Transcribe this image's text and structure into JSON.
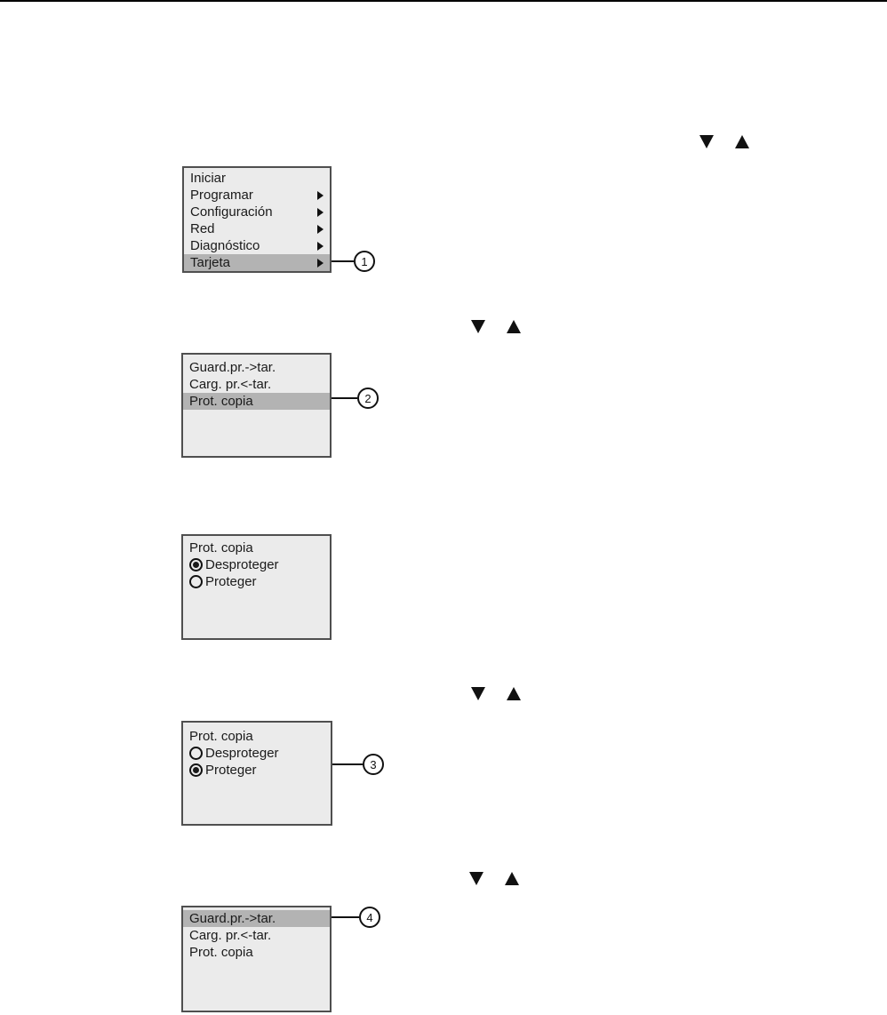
{
  "page": {
    "background": "#ffffff",
    "top_rule_color": "#000000"
  },
  "colors": {
    "lcd_background": "#ebebeb",
    "lcd_border": "#4f4f4f",
    "lcd_highlight": "#b3b3b3",
    "lcd_text": "#1a1a1a",
    "callout_stroke": "#111111"
  },
  "icons": {
    "down_arrow_icon": "▼",
    "up_arrow_icon": "▲",
    "submenu_arrow_icon": "▶",
    "radio_selected_icon": "◉",
    "radio_unselected_icon": "○"
  },
  "screens": [
    {
      "name": "main-menu",
      "items": [
        {
          "label": "Iniciar",
          "submenu": false,
          "highlighted": false
        },
        {
          "label": "Programar",
          "submenu": true,
          "highlighted": false
        },
        {
          "label": "Configuración",
          "submenu": true,
          "highlighted": false
        },
        {
          "label": "Red",
          "submenu": true,
          "highlighted": false
        },
        {
          "label": "Diagnóstico",
          "submenu": true,
          "highlighted": false
        },
        {
          "label": "Tarjeta",
          "submenu": true,
          "highlighted": true
        }
      ]
    },
    {
      "name": "card-menu",
      "items": [
        {
          "label": "Guard.pr.->tar.",
          "highlighted": false
        },
        {
          "label": "Carg. pr.<-tar.",
          "highlighted": false
        },
        {
          "label": "Prot. copia",
          "highlighted": true
        }
      ]
    },
    {
      "name": "copy-protection-unprotected",
      "title": "Prot. copia",
      "options": [
        {
          "label": "Desproteger",
          "selected": true
        },
        {
          "label": "Proteger",
          "selected": false
        }
      ]
    },
    {
      "name": "copy-protection-protected",
      "title": "Prot. copia",
      "options": [
        {
          "label": "Desproteger",
          "selected": false
        },
        {
          "label": "Proteger",
          "selected": true
        }
      ]
    },
    {
      "name": "card-menu-save",
      "items": [
        {
          "label": "Guard.pr.->tar.",
          "highlighted": true
        },
        {
          "label": "Carg. pr.<-tar.",
          "highlighted": false
        },
        {
          "label": "Prot. copia",
          "highlighted": false
        }
      ]
    }
  ],
  "callouts": [
    {
      "label": "1"
    },
    {
      "label": "2"
    },
    {
      "label": "3"
    },
    {
      "label": "4"
    }
  ]
}
